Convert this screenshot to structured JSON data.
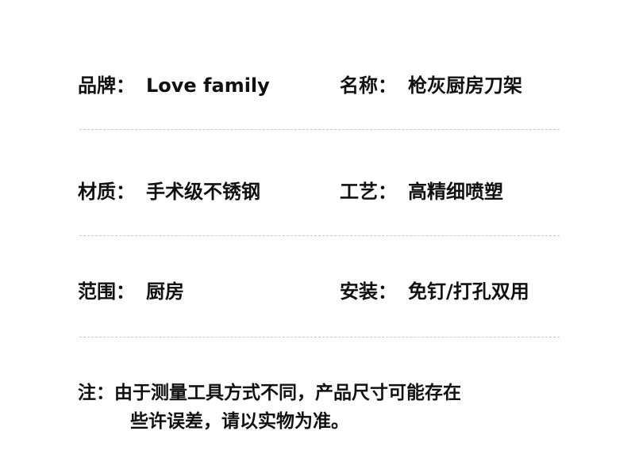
{
  "specs": [
    {
      "label1": "品牌：",
      "value1": "Love family",
      "label2": "名称：",
      "value2": "枪灰厨房刀架"
    },
    {
      "label1": "材质：",
      "value1": "手术级不锈钢",
      "label2": "工艺：",
      "value2": "高精细喷塑"
    },
    {
      "label1": "范围：",
      "value1": "厨房",
      "label2": "安装：",
      "value2": "免钉/打孔双用"
    }
  ],
  "note": {
    "line1": "注：由于测量工具方式不同，产品尺寸可能存在",
    "line2": "些许误差，请以实物为准。"
  }
}
